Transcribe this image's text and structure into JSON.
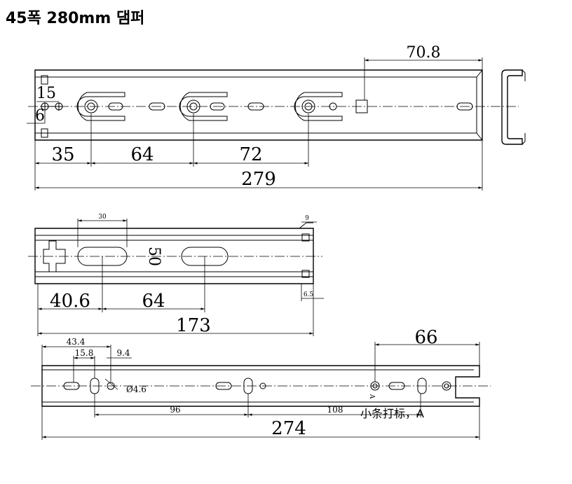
{
  "title": "45폭 280mm 댐퍼",
  "top_view": {
    "dim_overall": "279",
    "dim_first": "35",
    "dim_pitch_1": "64",
    "dim_pitch_2": "72",
    "dim_right": "70.8",
    "dim_hole_a": "15",
    "dim_hole_b": "6"
  },
  "middle_view": {
    "dim_slot_length": "30",
    "dim_tip": "9",
    "dim_center": "50",
    "dim_first": "40.6",
    "dim_pitch": "64",
    "dim_overall": "173",
    "dim_small": "6.5"
  },
  "bottom_view": {
    "dim_overall": "274",
    "dim_right": "66",
    "dim_a": "43.4",
    "dim_b": "15.8",
    "dim_c": "9.4",
    "dim_hole_dia": "Ø4.6",
    "dim_pitch_1": "96",
    "dim_pitch_2": "108",
    "note": "小条打标，A",
    "marker": "A"
  }
}
